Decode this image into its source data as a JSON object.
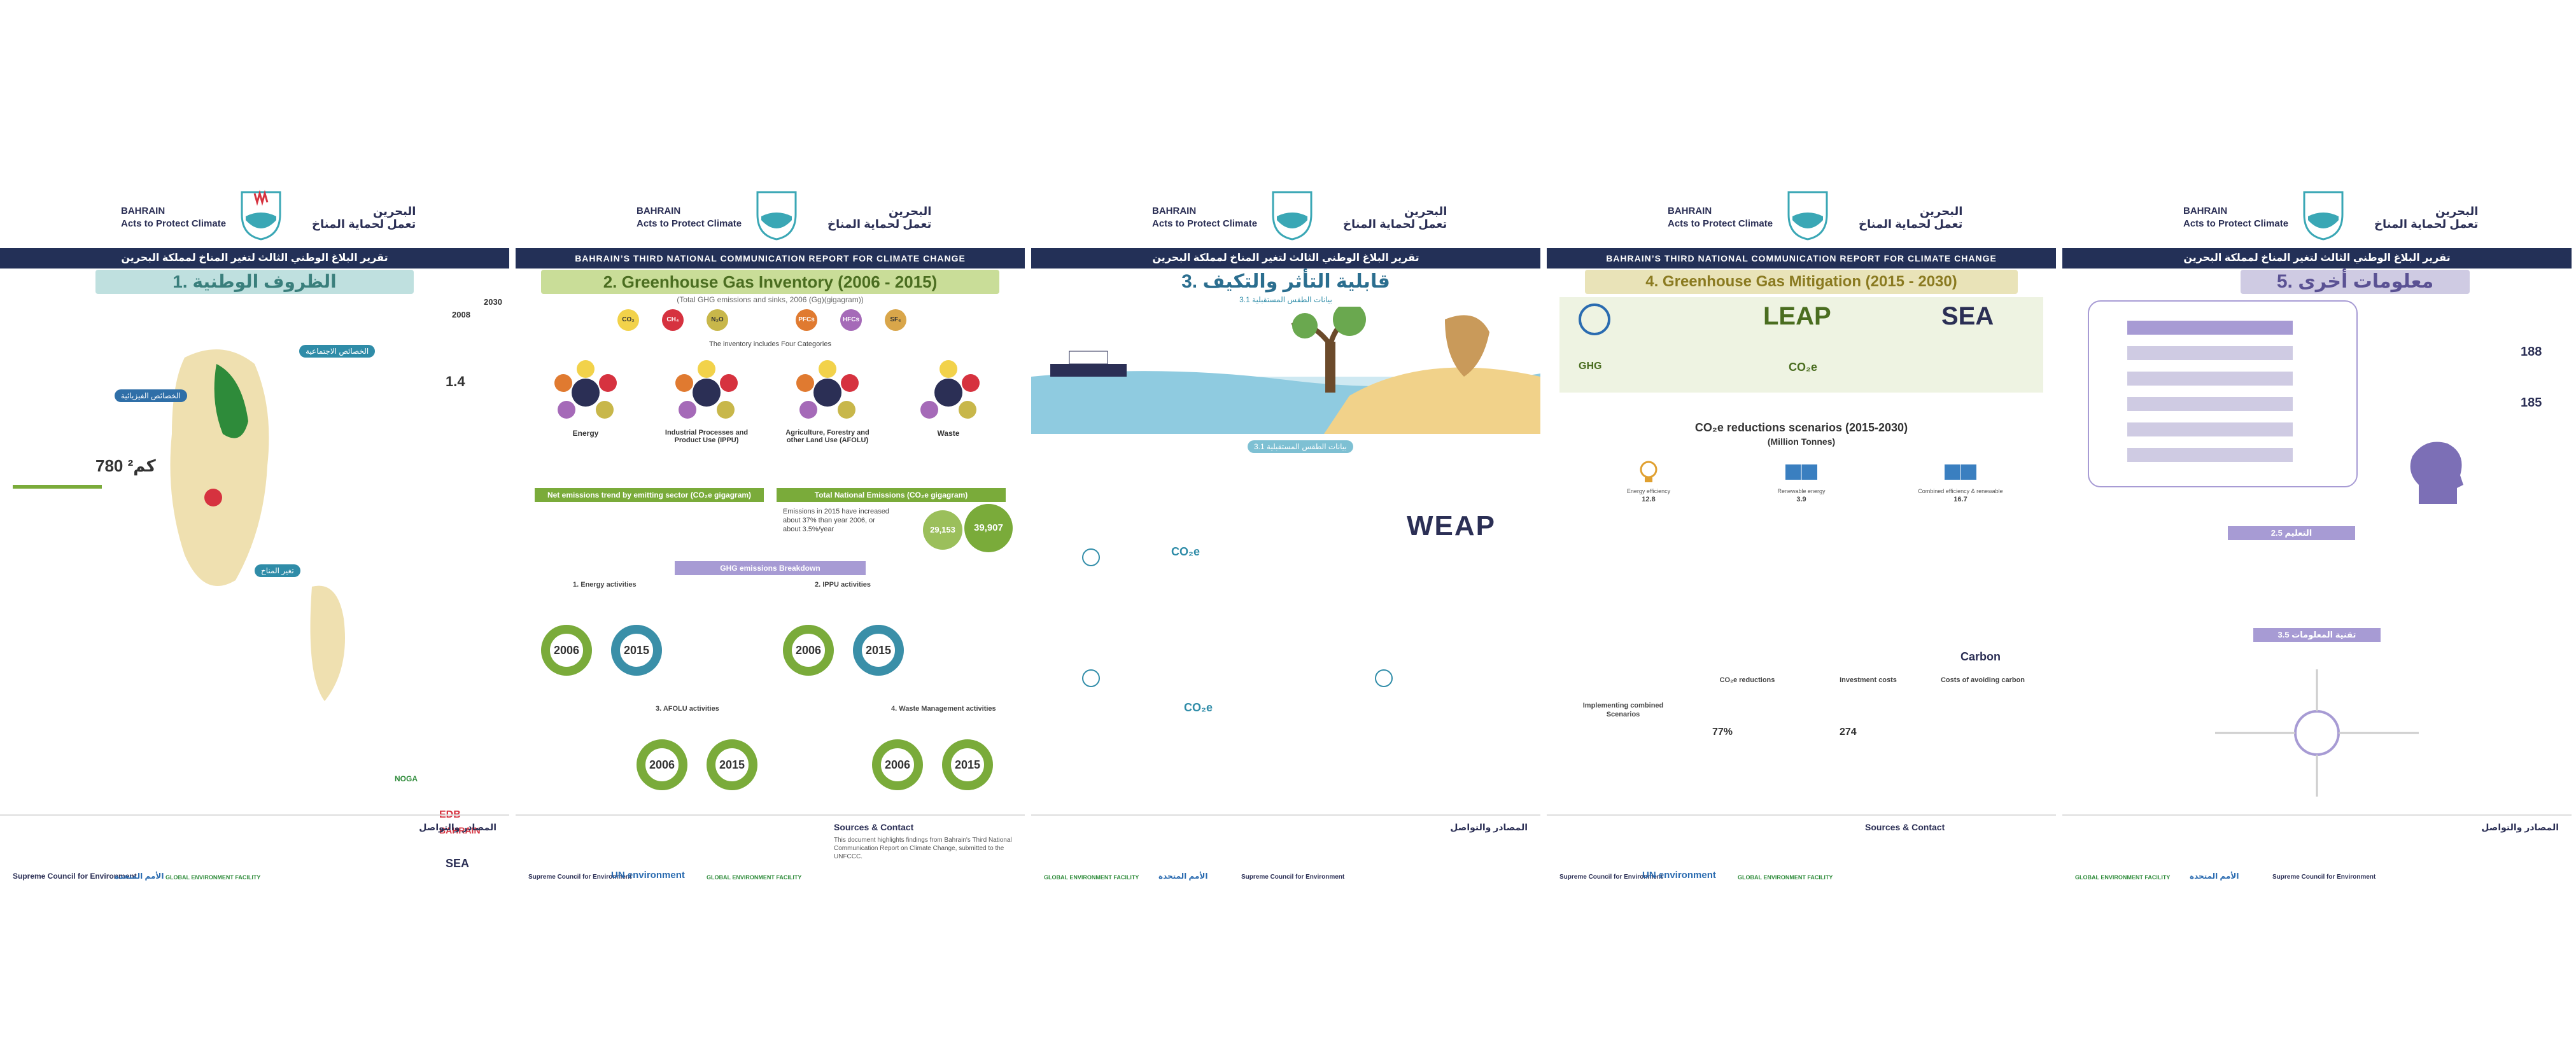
{
  "brand": {
    "en_line1": "BAHRAIN",
    "en_line2": "Acts to Protect Climate",
    "ar_line1": "البحرين",
    "ar_line2": "تعمل لحماية المناخ"
  },
  "panels": {
    "p1": {
      "band": "تقرير البلاغ الوطني الثالث لتغير المناخ لمملكة البحرين",
      "title": "1. الظروف الوطنية",
      "sections": [
        "الخصائص الاجتماعية",
        "الخصائص الفيزيائية",
        "تغير المناخ"
      ],
      "stat1": "780 كم²",
      "stat2": "1.4",
      "year1": "2030",
      "year2": "2008",
      "orgs": [
        "NOGA",
        "EDB",
        "BAHRAIN",
        "SEA"
      ],
      "footer_h": "المصادر والتواصل"
    },
    "p2": {
      "band": "BAHRAIN’S THIRD NATIONAL COMMUNICATION REPORT FOR CLIMATE CHANGE",
      "title": "2. Greenhouse Gas Inventory  (2006 - 2015)",
      "subtitle": "(Total GHG emissions and sinks, 2006 (Gg)(gigagram))",
      "gases": [
        "CO₂",
        "CH₄",
        "N₂O",
        "PFCs",
        "HFCs",
        "SF₆"
      ],
      "intro": "The inventory includes Four Categories",
      "categories": [
        "Energy",
        "Industrial Processes and Product Use (IPPU)",
        "Agriculture, Forestry and other Land Use (AFOLU)",
        "Waste"
      ],
      "net_h": "Net emissions trend by emitting sector (CO₂e gigagram)",
      "total_h": "Total National Emissions (CO₂e gigagram)",
      "total_t": "Emissions in 2015 have increased about 37% than year 2006, or about 3.5%/year",
      "total_2006": "29,153",
      "total_2015": "39,907",
      "breakdown_h": "GHG emissions Breakdown",
      "sec_titles": [
        "1. Energy activities",
        "2. IPPU activities",
        "3. AFOLU activities",
        "4. Waste Management activities"
      ],
      "year_a": "2006",
      "year_b": "2015",
      "footer_h": "Sources & Contact",
      "footer_t": "This document highlights findings from Bahrain's Third National Communication Report on Climate Change, submitted to the UNFCCC."
    },
    "p3": {
      "band": "تقرير البلاغ الوطني الثالث لتغير المناخ لمملكة البحرين",
      "title": "3. قابلية التأثر والتكيف",
      "subtitle": "3.1 بيانات الطقس المستقبلية",
      "weap": "WEAP",
      "co2e": "CO₂e",
      "footer_h": "المصادر والتواصل"
    },
    "p4": {
      "band": "BAHRAIN’S THIRD NATIONAL COMMUNICATION REPORT FOR CLIMATE CHANGE",
      "title": "4. Greenhouse Gas Mitigation (2015 - 2030)",
      "tools": [
        "LEAP",
        "SEA",
        "GHG",
        "CO₂e"
      ],
      "scen_h": "CO₂e reductions scenarios (2015-2030)",
      "scen_sub": "(Million Tonnes)",
      "scen": [
        {
          "label": "Energy efficiency",
          "value": "12.8"
        },
        {
          "label": "Renewable energy",
          "value": "3.9"
        },
        {
          "label": "Combined efficiency & renewable",
          "value": "16.7"
        }
      ],
      "bottom": [
        "Implementing combined Scenarios",
        "CO₂e reductions",
        "Investment costs",
        "Costs of avoiding carbon"
      ],
      "carbon": "Carbon",
      "pct": "77%",
      "num": "274",
      "footer_h": "Sources & Contact"
    },
    "p5": {
      "band": "تقرير البلاغ الوطني الثالث لتغير المناخ لمملكة البحرين",
      "title": "5. معلومات أخرى",
      "nums": [
        "188",
        "185"
      ],
      "sections": [
        "2.5 التعليم",
        "3.5 تقنية المعلومات"
      ],
      "footer_h": "المصادر والتواصل"
    }
  },
  "sponsors": {
    "unep": "UN environment",
    "gef": "GLOBAL ENVIRONMENT FACILITY",
    "un_ar": "الأمم المتحدة",
    "sce": "Supreme Council for Environment"
  },
  "colors": {
    "navy": "#233057",
    "teal": "#3a7f7c",
    "green": "#7aab3a",
    "lavender": "#5a5193"
  }
}
